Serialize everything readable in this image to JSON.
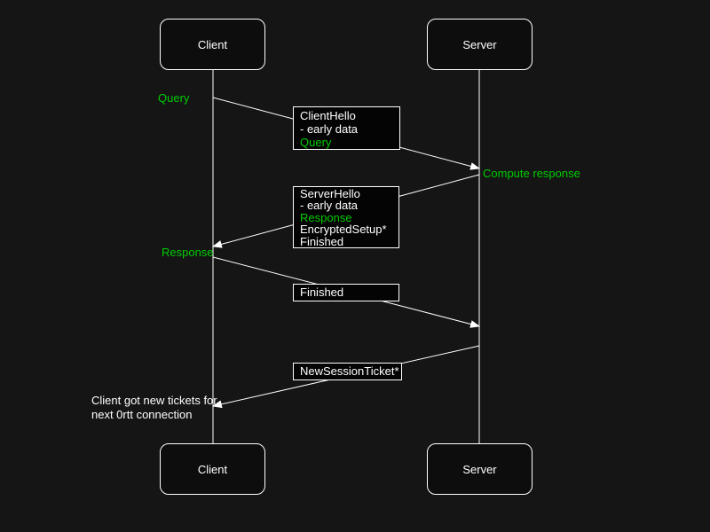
{
  "colors": {
    "background": "#151515",
    "line": "#ffffff",
    "box_border": "#ffffff",
    "actor_fill": "#0d0d0d",
    "message_box_fill": "#040404",
    "text": "#ffffff",
    "highlight_green": "#00cc00"
  },
  "actors": {
    "client_top": "Client",
    "server_top": "Server",
    "client_bottom": "Client",
    "server_bottom": "Server"
  },
  "labels": {
    "query": {
      "text": "Query",
      "color": "#00cc00"
    },
    "compute_response": {
      "text": "Compute response",
      "color": "#00cc00"
    },
    "response": {
      "text": "Response",
      "color": "#00cc00"
    },
    "note": {
      "line1": "Client got new tickets for",
      "line2": "next 0rtt connection",
      "color": "#ffffff"
    }
  },
  "message_boxes": {
    "client_hello": {
      "lines": [
        {
          "text": "ClientHello",
          "color": "#ffffff"
        },
        {
          "text": "- early data",
          "color": "#ffffff"
        },
        {
          "text": "Query",
          "color": "#00cc00"
        }
      ]
    },
    "server_hello": {
      "lines": [
        {
          "text": "ServerHello",
          "color": "#ffffff"
        },
        {
          "text": "- early data",
          "color": "#ffffff"
        },
        {
          "text": "Response",
          "color": "#00cc00"
        },
        {
          "text": "EncryptedSetup*",
          "color": "#ffffff"
        },
        {
          "text": "Finished",
          "color": "#ffffff"
        }
      ]
    },
    "finished": {
      "lines": [
        {
          "text": "Finished",
          "color": "#ffffff"
        }
      ]
    },
    "new_session_ticket": {
      "lines": [
        {
          "text": "NewSessionTicket*",
          "color": "#ffffff"
        }
      ]
    }
  }
}
